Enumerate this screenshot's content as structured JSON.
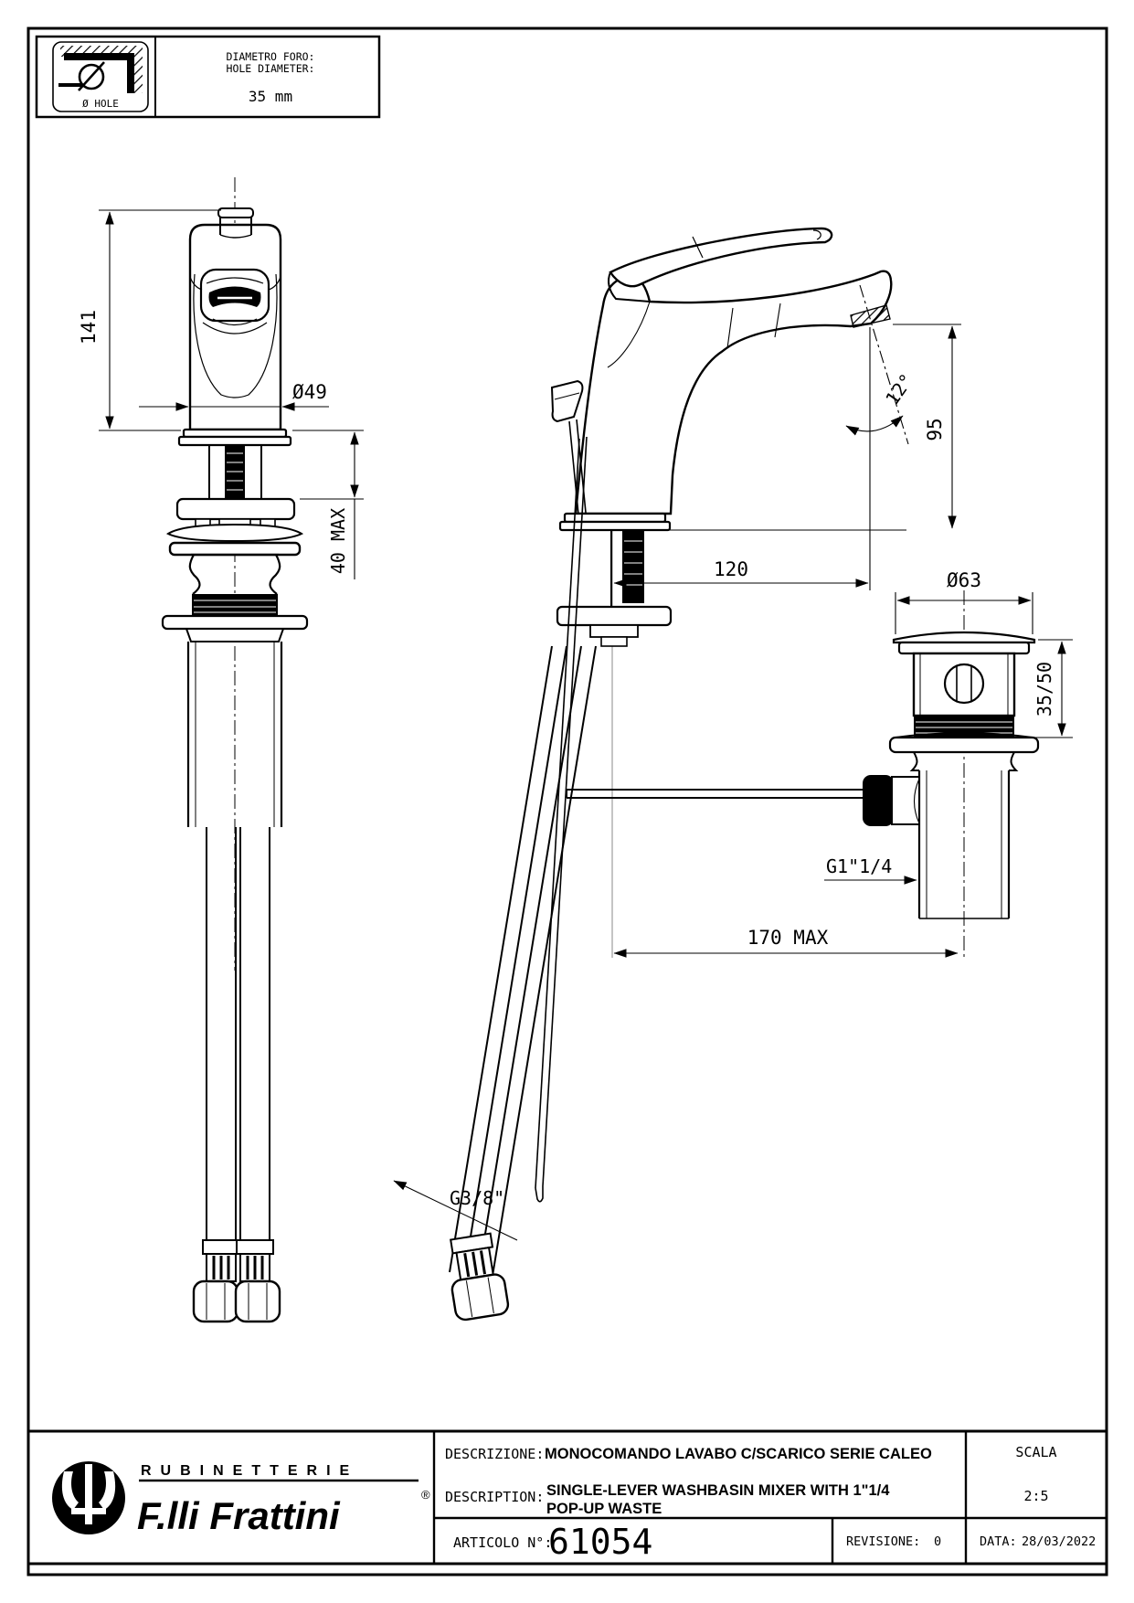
{
  "header": {
    "icon_label": "Ø HOLE",
    "label_it": "DIAMETRO FORO:",
    "label_en": "HOLE DIAMETER:",
    "value": "35 mm"
  },
  "dims": {
    "height": "141",
    "body_dia": "Ø49",
    "deck_thickness": "40 MAX",
    "spout_angle": "12°",
    "spout_height": "95",
    "spout_reach": "120",
    "waste_flange_dia": "Ø63",
    "waste_deck_range": "35/50",
    "waste_thread": "G1\"1/4",
    "rod_reach": "170 MAX",
    "hose_thread": "G3/8\""
  },
  "title_block": {
    "brand_upper": "RUBINETTERIE",
    "brand_name": "F.lli Frattini",
    "brand_mark": "®",
    "descrizione_label": "DESCRIZIONE:",
    "descrizione_value": "MONOCOMANDO LAVABO C/SCARICO SERIE CALEO",
    "description_label": "DESCRIPTION:",
    "description_value_1": "SINGLE-LEVER  WASHBASIN MIXER  WITH 1\"1/4",
    "description_value_2": "POP-UP WASTE",
    "scala_label": "SCALA",
    "scala_value": "2:5",
    "articolo_label": "ARTICOLO N°:",
    "articolo_value": "61054",
    "revisione_label": "REVISIONE:",
    "revisione_value": "0",
    "data_label": "DATA:",
    "data_value": "28/03/2022"
  }
}
